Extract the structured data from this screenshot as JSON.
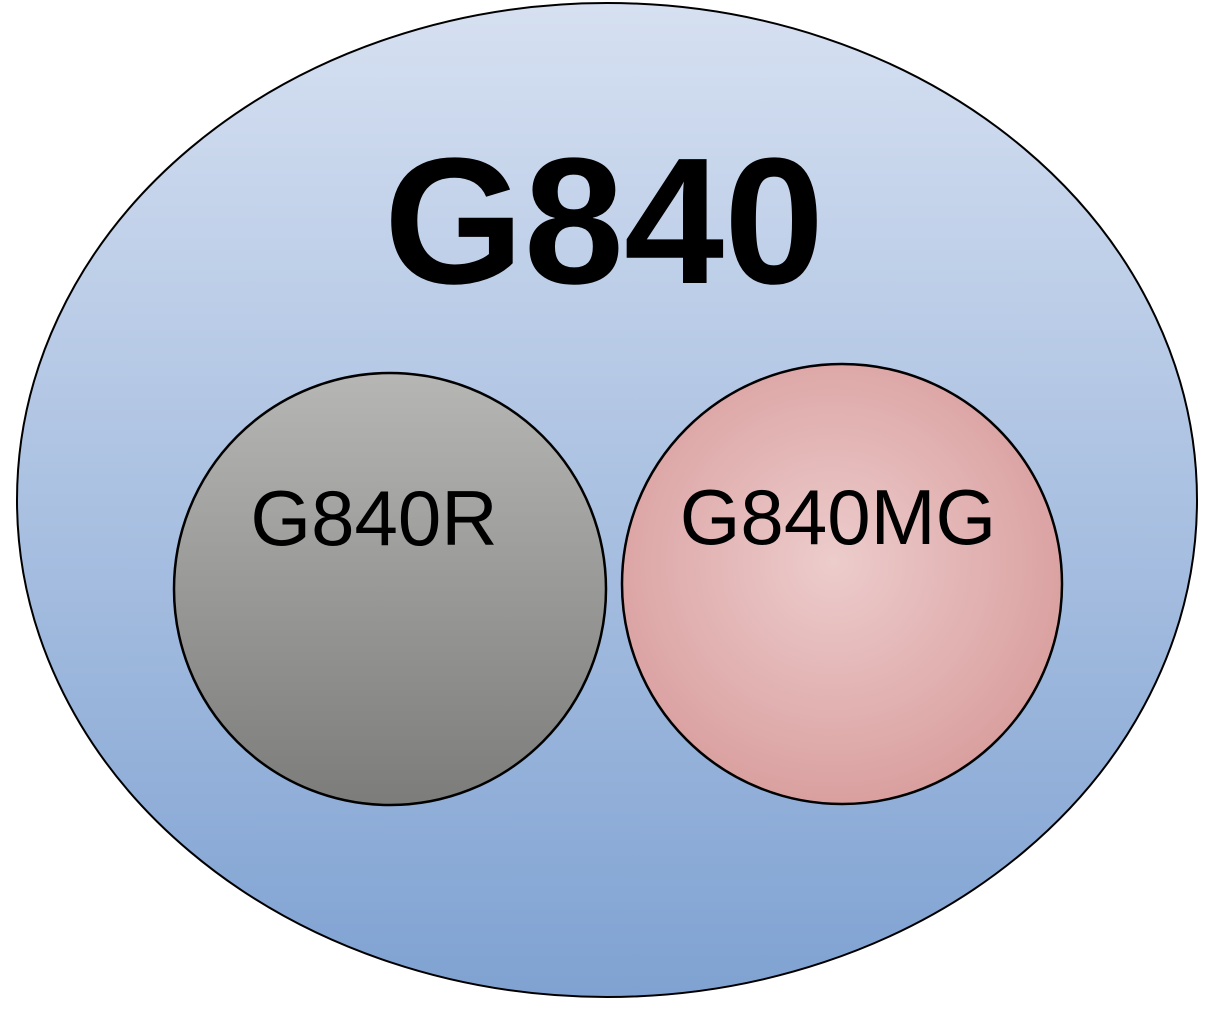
{
  "diagram": {
    "type": "venn-set-diagram",
    "outer_set": {
      "label": "G840"
    },
    "inner_sets": [
      {
        "label": "G840R",
        "fill_style": "gray-linear-gradient"
      },
      {
        "label": "G840MG",
        "fill_style": "pink-radial-gradient"
      }
    ]
  },
  "colors": {
    "background": "#ffffff",
    "outline": "#000000",
    "text": "#000000",
    "ellipse_top": "#d6e0f1",
    "ellipse_bottom": "#7fa2d2",
    "gray_top": "#b6b6b4",
    "gray_bottom": "#7c7c7a",
    "pink_center": "#edcccc",
    "pink_edge": "#d28d8d"
  }
}
